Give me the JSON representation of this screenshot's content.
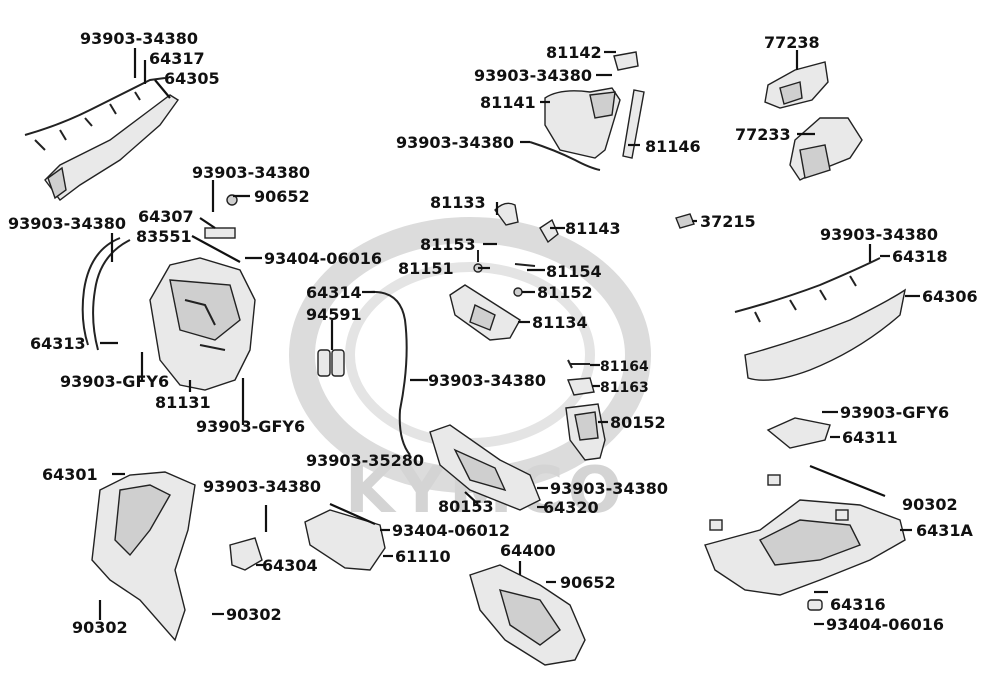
{
  "watermark": {
    "text": "KYMCO"
  },
  "labels": {
    "l_93903_34380_a": "93903-34380",
    "l_64317": "64317",
    "l_64305": "64305",
    "l_93903_34380_b": "93903-34380",
    "l_90652_a": "90652",
    "l_64307": "64307",
    "l_83551": "83551",
    "l_93404_06016_a": "93404-06016",
    "l_93903_34380_c": "93903-34380",
    "l_64313": "64313",
    "l_93903_gfy6_a": "93903-GFY6",
    "l_81131": "81131",
    "l_93903_gfy6_b": "93903-GFY6",
    "l_64314": "64314",
    "l_94591": "94591",
    "l_93903_34380_d": "93903-34380",
    "l_81142": "81142",
    "l_93903_34380_e": "93903-34380",
    "l_81141": "81141",
    "l_93903_34380_f": "93903-34380",
    "l_81146": "81146",
    "l_81133": "81133",
    "l_81143": "81143",
    "l_81153": "81153",
    "l_81151": "81151",
    "l_81154": "81154",
    "l_81152": "81152",
    "l_81134": "81134",
    "l_81164": "81164",
    "l_81163": "81163",
    "l_80152": "80152",
    "l_77238": "77238",
    "l_77233": "77233",
    "l_37215": "37215",
    "l_93903_34380_g": "93903-34380",
    "l_64318": "64318",
    "l_64306": "64306",
    "l_93903_gfy6_c": "93903-GFY6",
    "l_64311": "64311",
    "l_90302_a": "90302",
    "l_6431a": "6431A",
    "l_64316": "64316",
    "l_93404_06016_b": "93404-06016",
    "l_64301": "64301",
    "l_90302_b": "90302",
    "l_90302_c": "90302",
    "l_93903_34380_h": "93903-34380",
    "l_64304": "64304",
    "l_93903_35280": "93903-35280",
    "l_93404_06012": "93404-06012",
    "l_61110": "61110",
    "l_80153": "80153",
    "l_93903_34380_i": "93903-34380",
    "l_64320": "64320",
    "l_64400": "64400",
    "l_90652_b": "90652"
  }
}
